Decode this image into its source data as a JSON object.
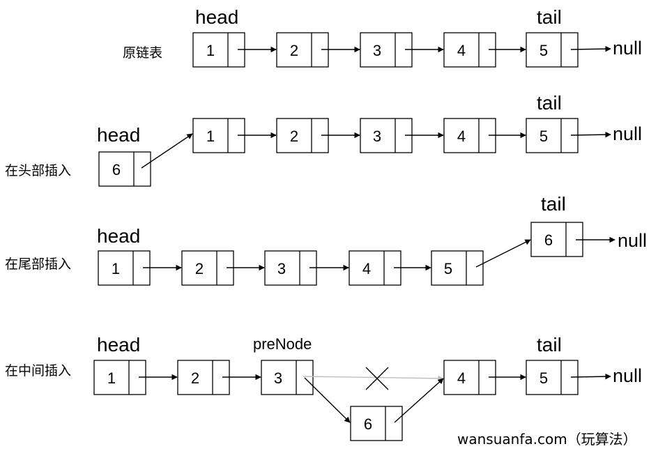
{
  "rows": [
    {
      "label": "原链表",
      "head": "head",
      "tail": "tail",
      "nodes": [
        "1",
        "2",
        "3",
        "4",
        "5"
      ],
      "null": "null"
    },
    {
      "label": "在头部插入",
      "head": "head",
      "tail": "tail",
      "new_node": "6",
      "nodes": [
        "1",
        "2",
        "3",
        "4",
        "5"
      ],
      "null": "null"
    },
    {
      "label": "在尾部插入",
      "head": "head",
      "tail": "tail",
      "nodes": [
        "1",
        "2",
        "3",
        "4",
        "5"
      ],
      "new_node": "6",
      "null": "null"
    },
    {
      "label": "在中间插入",
      "head": "head",
      "pre_node": "preNode",
      "tail": "tail",
      "nodes": [
        "1",
        "2",
        "3",
        "4",
        "5"
      ],
      "new_node": "6",
      "null": "null"
    }
  ],
  "watermark": "wansuanfa.com（玩算法）",
  "colors": {
    "stroke": "#000000",
    "removed_link": "#bfbfbf"
  }
}
